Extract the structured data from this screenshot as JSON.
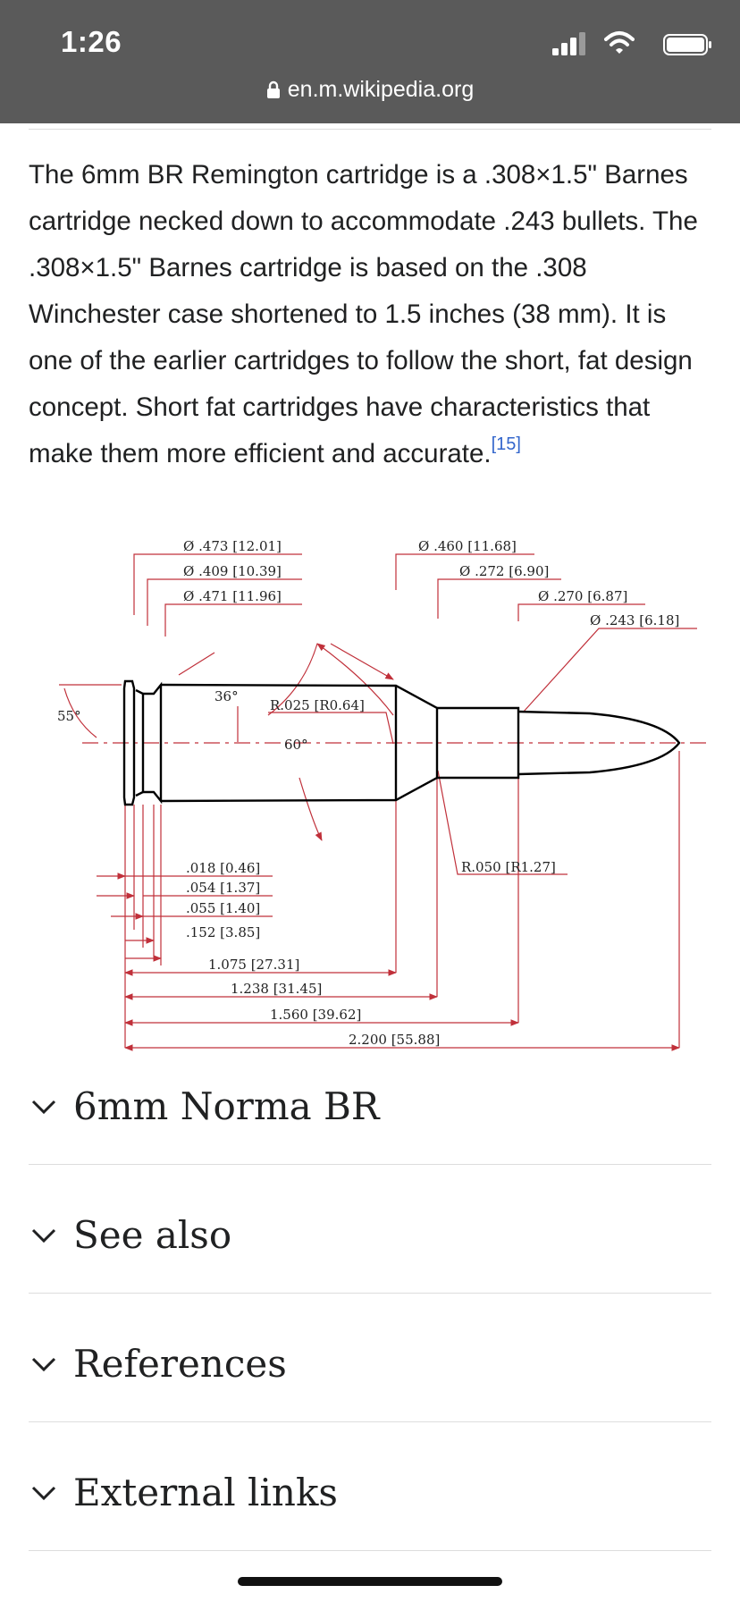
{
  "status_bar": {
    "time": "1:26",
    "url": "en.m.wikipedia.org",
    "icons": [
      "signal-icon",
      "wifi-icon",
      "battery-icon",
      "lock-icon"
    ]
  },
  "article": {
    "paragraph": "The 6mm BR Remington cartridge is a .308×1.5\" Barnes cartridge necked down to accommodate .243 bullets. The .308×1.5\" Barnes cartridge is based on the .308 Winchester case shortened to 1.5 inches (38 mm). It is one of the earlier cartridges to follow the short, fat design concept. Short fat cartridges have characteristics that make them more efficient and accurate.",
    "citation": "[15]"
  },
  "diagram": {
    "labels": {
      "d_rim": "Ø .473 [12.01]",
      "d_groove": "Ø .409 [10.39]",
      "d_base": "Ø .471 [11.96]",
      "d_shoulder": "Ø .460 [11.68]",
      "d_neck": "Ø .272 [6.90]",
      "d_neck_inner": "Ø .270 [6.87]",
      "d_bullet": "Ø .243 [6.18]",
      "angle_55": "55°",
      "angle_36": "36°",
      "angle_60": "60°",
      "radius_025": "R.025 [R0.64]",
      "radius_050": "R.050 [R1.27]",
      "l_018": ".018 [0.46]",
      "l_054": ".054 [1.37]",
      "l_055": ".055 [1.40]",
      "l_152": ".152 [3.85]",
      "l_1075": "1.075 [27.31]",
      "l_1238": "1.238 [31.45]",
      "l_1560": "1.560 [39.62]",
      "l_2200": "2.200 [55.88]"
    },
    "colors": {
      "line": "#000000",
      "dimension": "#c0303a"
    }
  },
  "sections": [
    {
      "title": "6mm Norma BR"
    },
    {
      "title": "See also"
    },
    {
      "title": "References"
    },
    {
      "title": "External links"
    }
  ]
}
